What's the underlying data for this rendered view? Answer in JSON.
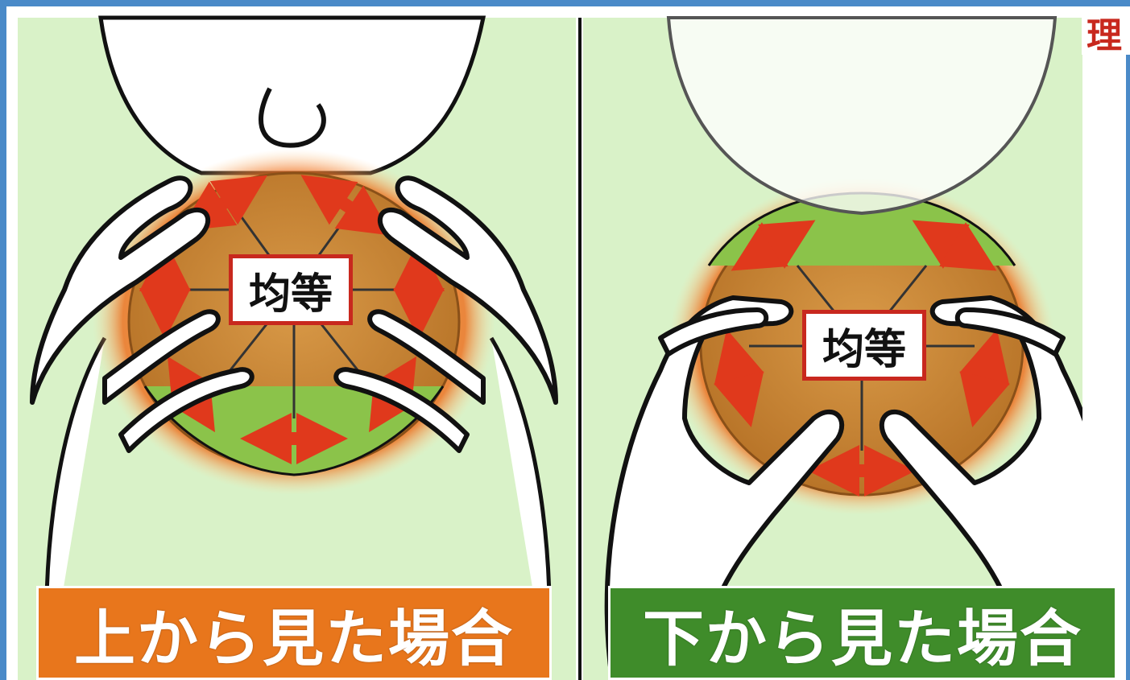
{
  "panels": {
    "left": {
      "caption": "上から見た場合",
      "tag": "均等"
    },
    "right": {
      "caption": "下から見た場合",
      "tag": "均等"
    }
  },
  "corner_badge": "理",
  "colors": {
    "panel_bg": "#d9f2c8",
    "bun": "#c98a3a",
    "arrow": "#e0391c",
    "glow": "#f07a1a",
    "caption_left": "#e8761c",
    "caption_right": "#3f8c2a",
    "tag_border": "#c8281e"
  }
}
